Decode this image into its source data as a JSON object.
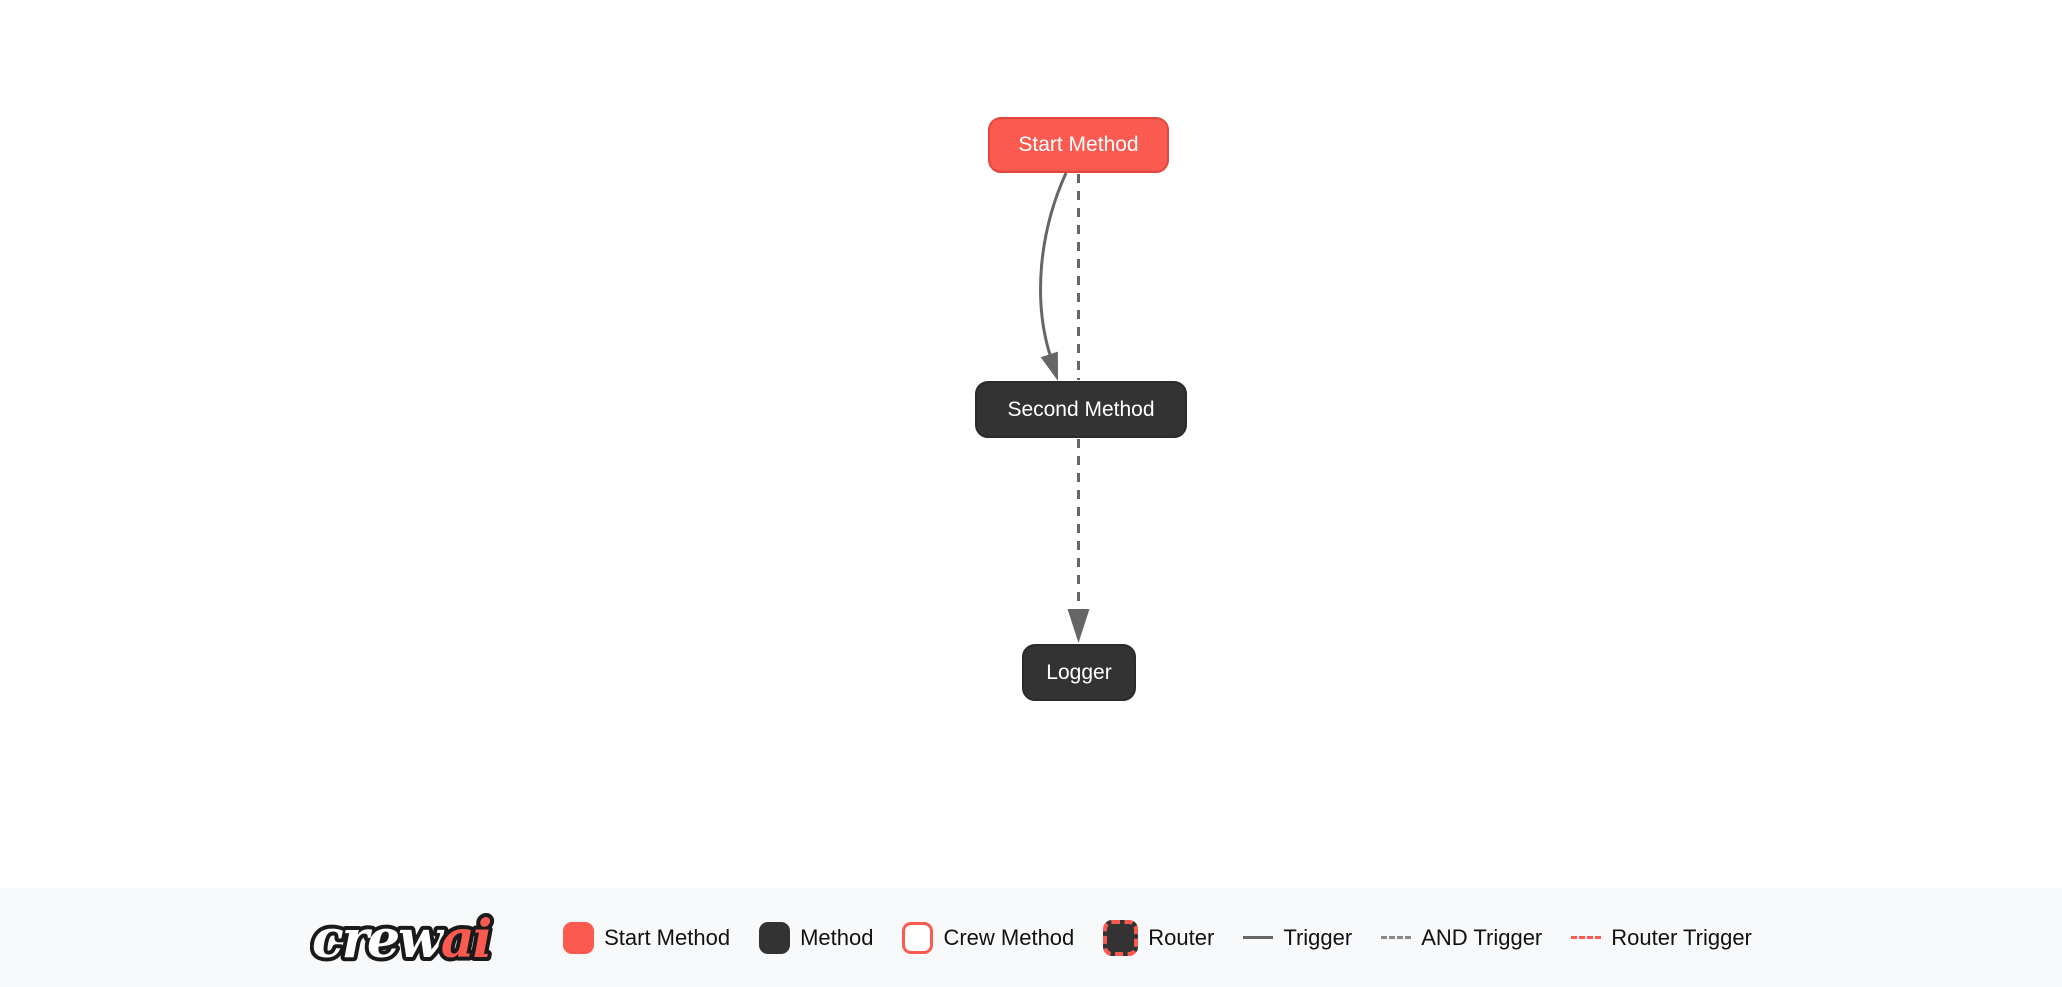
{
  "diagram": {
    "nodes": [
      {
        "id": "start_method",
        "label": "Start Method",
        "type": "start-method"
      },
      {
        "id": "second_method",
        "label": "Second Method",
        "type": "method"
      },
      {
        "id": "logger",
        "label": "Logger",
        "type": "method"
      }
    ],
    "edges": [
      {
        "from": "start_method",
        "to": "second_method",
        "type": "trigger",
        "style": "solid-curved-arrow"
      },
      {
        "from": "start_method",
        "to": "second_method",
        "type": "and-trigger",
        "style": "dashed"
      },
      {
        "from": "second_method",
        "to": "logger",
        "type": "and-trigger",
        "style": "dashed-arrow"
      }
    ]
  },
  "legend": {
    "logo": {
      "crew": "crew",
      "ai": "ai"
    },
    "items": [
      {
        "label": "Start Method",
        "swatch": "start-method-box"
      },
      {
        "label": "Method",
        "swatch": "method-box"
      },
      {
        "label": "Crew Method",
        "swatch": "crew-method-box"
      },
      {
        "label": "Router",
        "swatch": "router-box"
      },
      {
        "label": "Trigger",
        "swatch": "solid-gray-line"
      },
      {
        "label": "AND Trigger",
        "swatch": "dashed-gray-line"
      },
      {
        "label": "Router Trigger",
        "swatch": "dashed-red-line"
      }
    ]
  },
  "colors": {
    "accent_red": "#FA5A50",
    "start_node_border": "#E2473D",
    "dark_node": "#333333",
    "edge_gray": "#666666",
    "legend_background": "#F8F9FA",
    "canvas_background": "#FFFFFF",
    "node_text": "#FFFFFF",
    "legend_text": "#111111"
  }
}
